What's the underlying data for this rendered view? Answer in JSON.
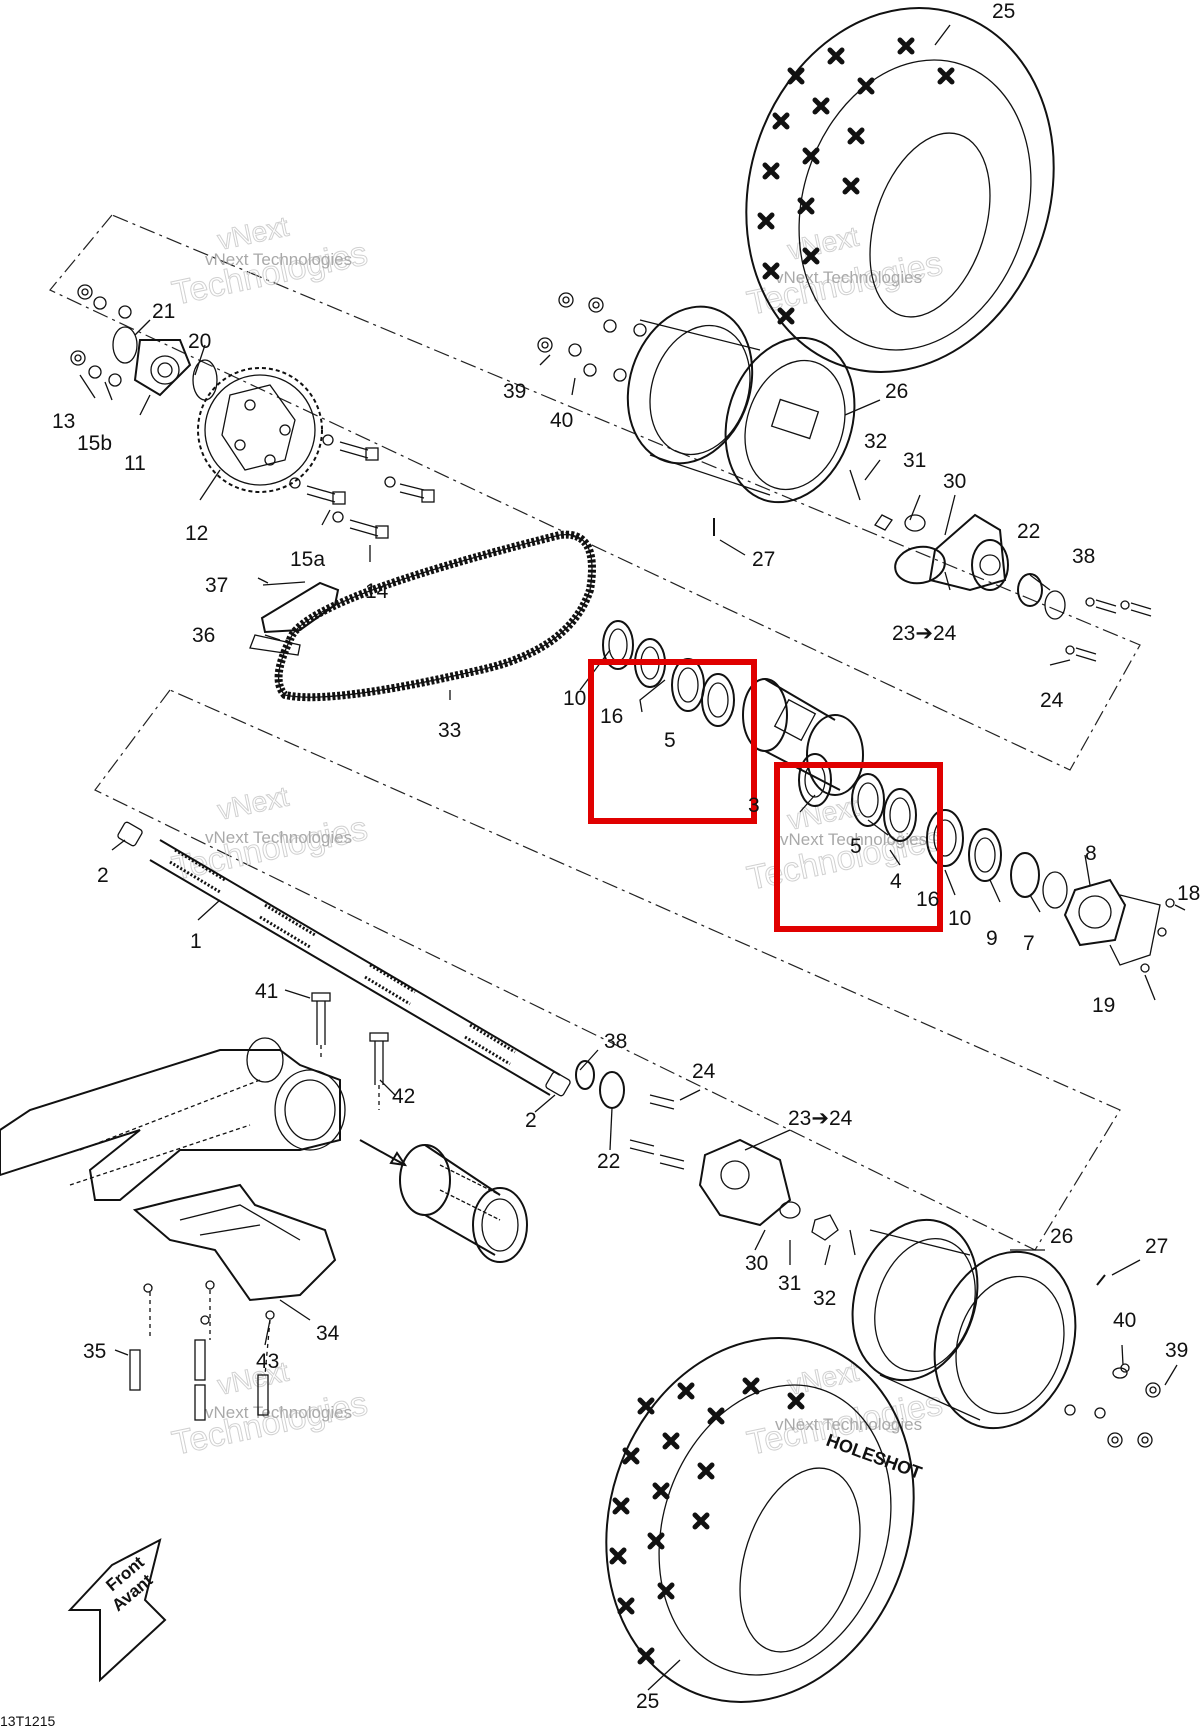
{
  "diagram": {
    "drawing_code": "13T1215",
    "watermark": {
      "line1": "vNext",
      "line2": "Technologies",
      "small": "vNext Technologies"
    },
    "direction_arrow": {
      "line1": "Front",
      "line2": "Avant"
    },
    "tire_brand": "HOLESHOT",
    "callouts": {
      "c25_top": "25",
      "c21": "21",
      "c20": "20",
      "c13": "13",
      "c15b": "15b",
      "c11": "11",
      "c12": "12",
      "c15a": "15a",
      "c14": "14",
      "c37": "37",
      "c36": "36",
      "c33": "33",
      "c39_top": "39",
      "c40_top": "40",
      "c26_top": "26",
      "c32_top": "32",
      "c31_top": "31",
      "c30_top": "30",
      "c22_top": "22",
      "c38_top": "38",
      "c23_24_top": "23➔24",
      "c24_top": "24",
      "c27_top": "27",
      "c10_left": "10",
      "c16_left": "16",
      "c5_left": "5",
      "c3": "3",
      "c5_right": "5",
      "c4": "4",
      "c16_right": "16",
      "c10_right": "10",
      "c9": "9",
      "c7": "7",
      "c8": "8",
      "c18": "18",
      "c19": "19",
      "c2_top": "2",
      "c1": "1",
      "c41": "41",
      "c42": "42",
      "c38_bot": "38",
      "c2_bot": "2",
      "c24_bot": "24",
      "c22_bot": "22",
      "c23_24_bot": "23➔24",
      "c30_bot": "30",
      "c31_bot": "31",
      "c32_bot": "32",
      "c26_bot": "26",
      "c27_bot": "27",
      "c40_bot": "40",
      "c39_bot": "39",
      "c34": "34",
      "c43": "43",
      "c35": "35",
      "c25_bot": "25"
    },
    "highlight_color": "#e00000"
  }
}
